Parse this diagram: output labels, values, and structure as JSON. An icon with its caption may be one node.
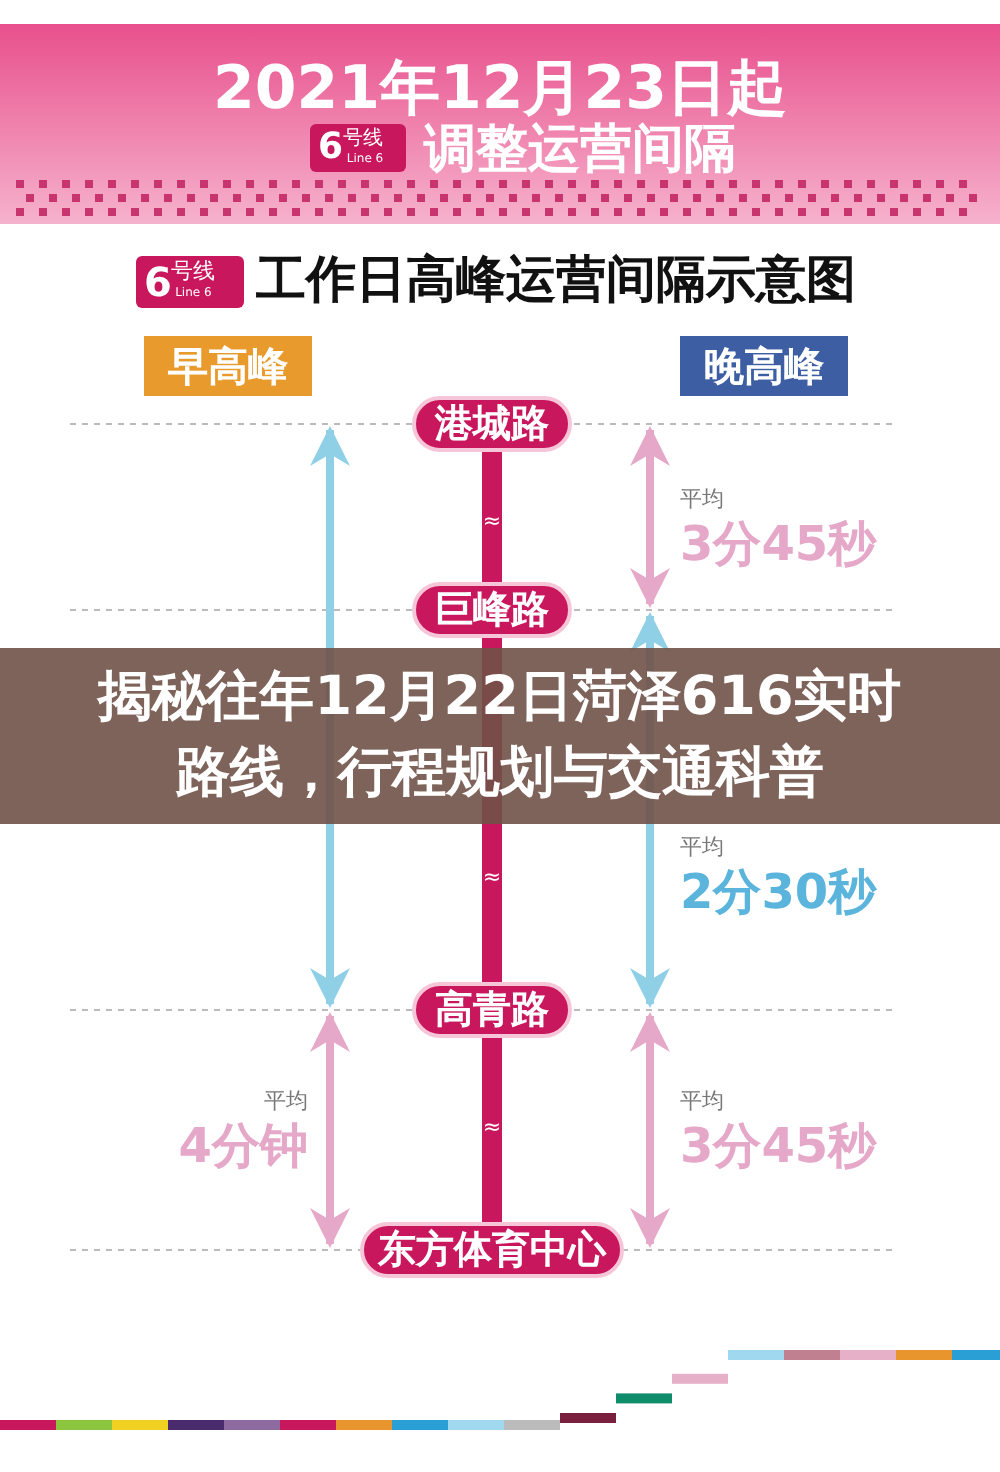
{
  "diagram": {
    "title": "揭秘往年12月22日菏泽616实时路线，行程规划与交通科普",
    "nodes": [
      {
        "text": [
          "6",
          "号线",
          "Line 6"
        ]
      },
      {
        "text": [
          "6",
          "号线",
          "Line 6"
        ]
      },
      {
        "text": [
          "早高峰"
        ]
      },
      {
        "text": [
          "晚高峰"
        ]
      },
      {
        "text": [
          "港城路"
        ]
      },
      {
        "text": [
          "巨峰路"
        ]
      },
      {
        "text": [
          "高青路"
        ]
      },
      {
        "text": [
          "东方体育中心"
        ]
      }
    ],
    "edges": [
      {
        "from": 4,
        "to": 5,
        "arrow": "none",
        "label": "≈"
      },
      {
        "from": 5,
        "to": 6,
        "arrow": "none",
        "label": "≈"
      },
      {
        "from": 6,
        "to": 7,
        "arrow": "none",
        "label": "≈"
      }
    ],
    "labels": [
      "2021年12月23日起",
      "调整运营间隔",
      "工作日高峰运营间隔示意图",
      "平均",
      "3分45秒",
      "平均",
      "2分30秒",
      "平均",
      "4分钟",
      "平均",
      "3分45秒"
    ]
  }
}
